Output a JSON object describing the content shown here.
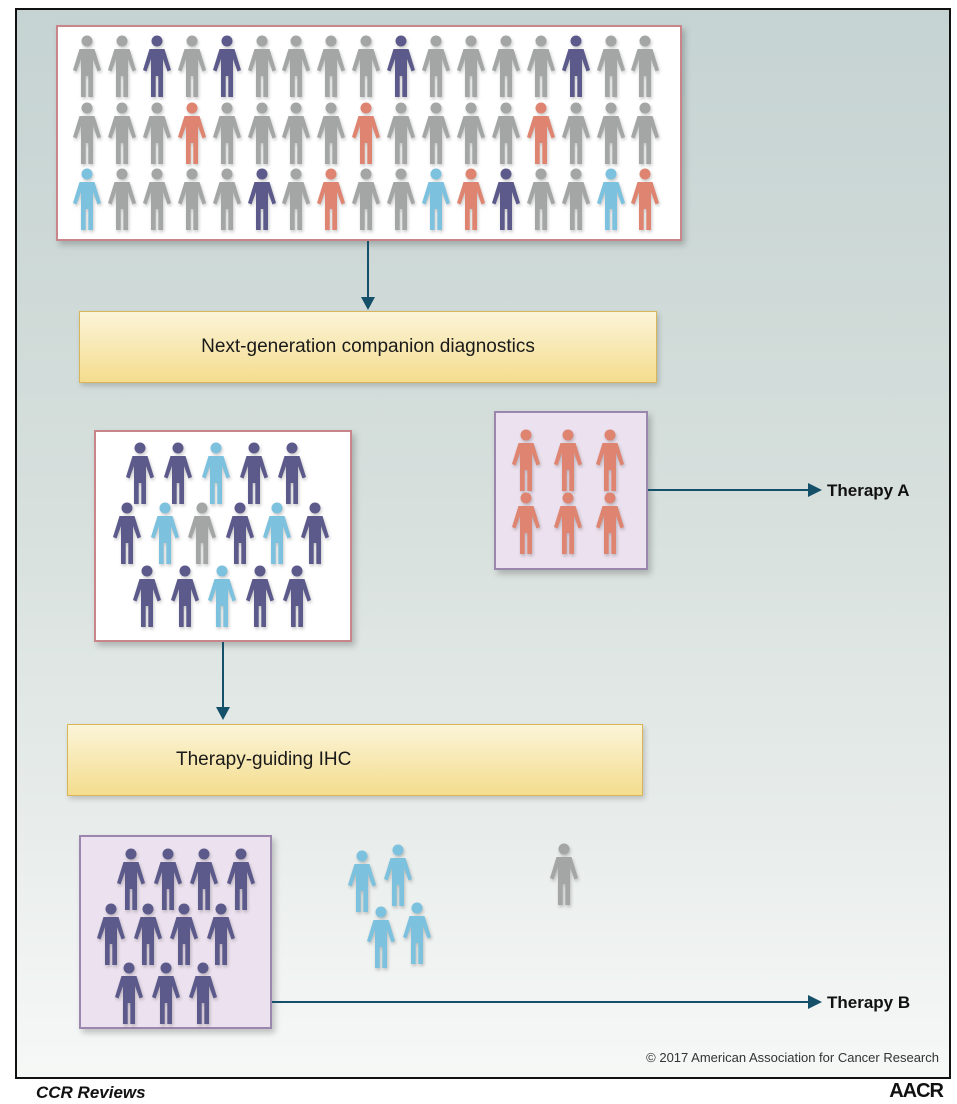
{
  "colors": {
    "gray": "#a4a6a6",
    "dark_purple": "#5c5a8b",
    "orange": "#de8470",
    "light_blue": "#7cc1dd"
  },
  "icon": "person-icon",
  "steps": {
    "ngs_label": "Next-generation companion diagnostics",
    "ihc_label": "Therapy-guiding IHC"
  },
  "outcomes": {
    "therapy_a": "Therapy A",
    "therapy_b": "Therapy B"
  },
  "groups": {
    "population": {
      "rows": [
        [
          "gray",
          "gray",
          "dark_purple",
          "gray",
          "dark_purple",
          "gray",
          "gray",
          "gray",
          "gray",
          "dark_purple",
          "gray",
          "gray",
          "gray",
          "gray",
          "dark_purple",
          "gray",
          "gray"
        ],
        [
          "gray",
          "gray",
          "gray",
          "orange",
          "gray",
          "gray",
          "gray",
          "gray",
          "orange",
          "gray",
          "gray",
          "gray",
          "gray",
          "orange",
          "gray",
          "gray",
          "gray"
        ],
        [
          "light_blue",
          "gray",
          "gray",
          "gray",
          "gray",
          "dark_purple",
          "gray",
          "orange",
          "gray",
          "gray",
          "light_blue",
          "orange",
          "dark_purple",
          "gray",
          "gray",
          "light_blue",
          "orange"
        ]
      ]
    },
    "ngs_negative": {
      "rows": [
        [
          "dark_purple",
          "dark_purple",
          "light_blue",
          "dark_purple",
          "dark_purple"
        ],
        [
          "dark_purple",
          "light_blue",
          "gray",
          "dark_purple",
          "light_blue",
          "dark_purple"
        ],
        [
          "dark_purple",
          "dark_purple",
          "light_blue",
          "dark_purple",
          "dark_purple"
        ]
      ]
    },
    "therapy_a_group": {
      "rows": [
        [
          "orange",
          "orange",
          "orange"
        ],
        [
          "orange",
          "orange",
          "orange"
        ]
      ]
    },
    "therapy_b_group": {
      "rows": [
        [
          "dark_purple",
          "dark_purple",
          "dark_purple",
          "dark_purple"
        ],
        [
          "dark_purple",
          "dark_purple",
          "dark_purple",
          "dark_purple"
        ],
        [
          "dark_purple",
          "dark_purple",
          "dark_purple"
        ]
      ]
    },
    "ihc_other_blue": [
      "light_blue",
      "light_blue",
      "light_blue",
      "light_blue"
    ],
    "ihc_other_gray": [
      "gray"
    ]
  },
  "copyright": "© 2017 American Association for Cancer Research",
  "footer": {
    "journal": "CCR Reviews",
    "publisher": "AACR"
  }
}
